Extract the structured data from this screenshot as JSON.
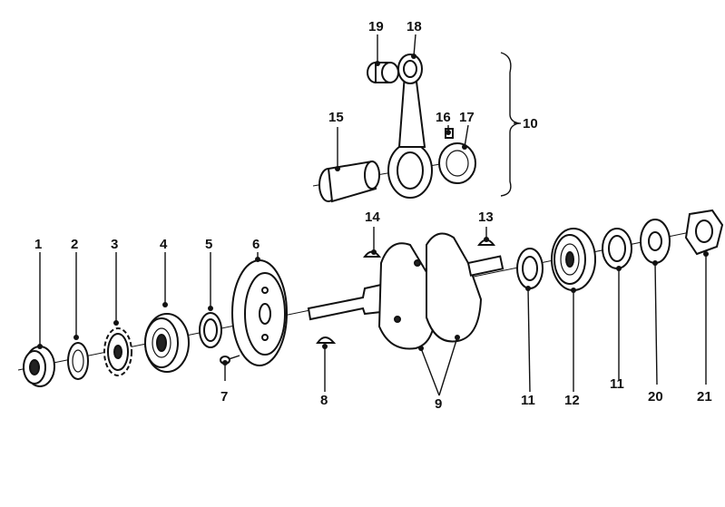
{
  "callouts": {
    "p1": "1",
    "p2": "2",
    "p3": "3",
    "p4": "4",
    "p5": "5",
    "p6": "6",
    "p7": "7",
    "p8": "8",
    "p9": "9",
    "p10": "10",
    "p11a": "11",
    "p11b": "11",
    "p12": "12",
    "p13": "13",
    "p14": "14",
    "p15": "15",
    "p16": "16",
    "p17": "17",
    "p18": "18",
    "p19": "19",
    "p20": "20",
    "p21": "21"
  }
}
